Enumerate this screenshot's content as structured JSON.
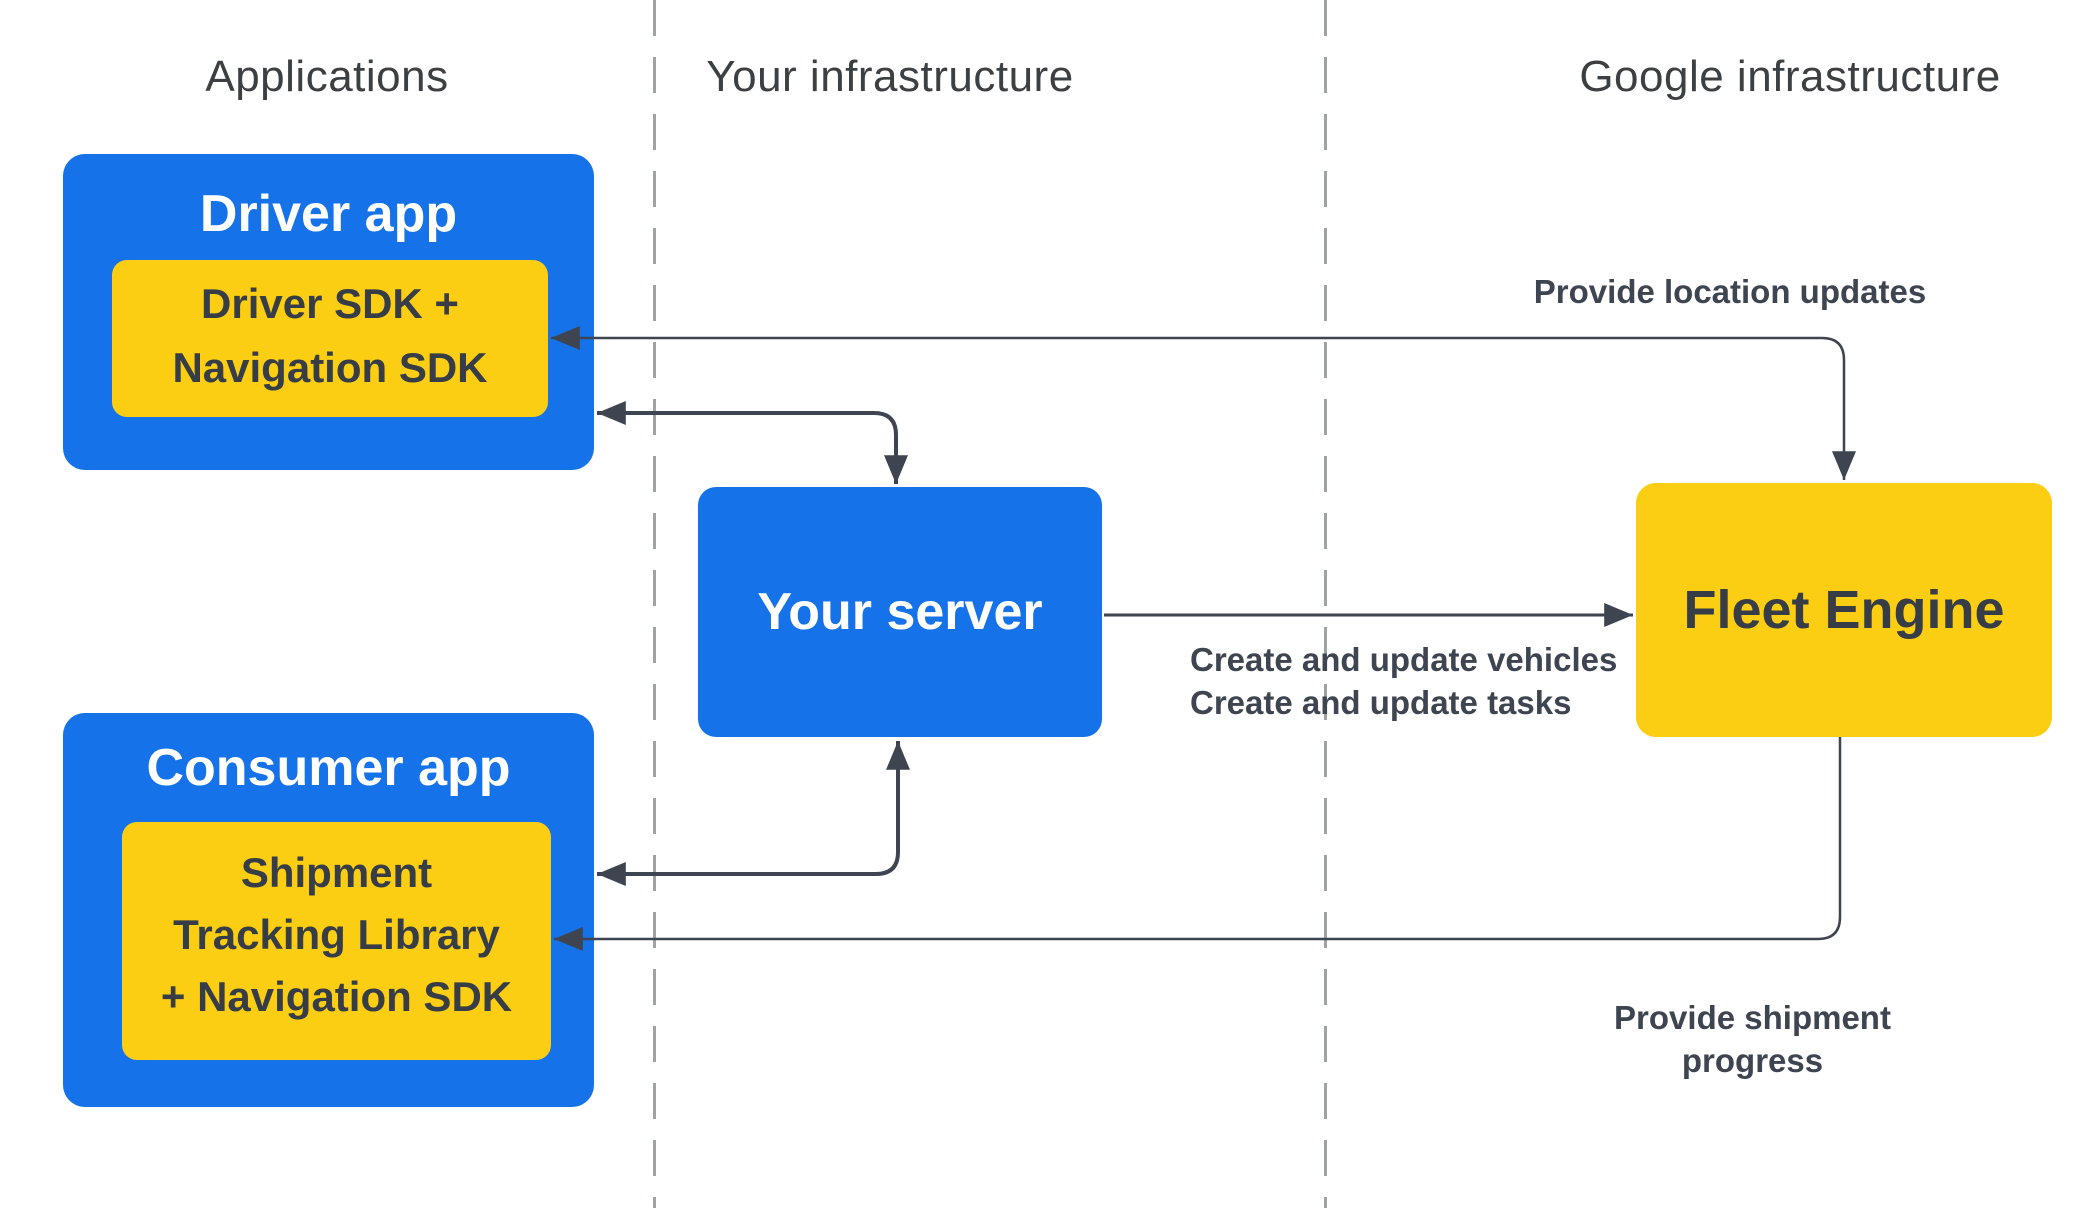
{
  "columns": [
    {
      "label": "Applications"
    },
    {
      "label": "Your infrastructure"
    },
    {
      "label": "Google infrastructure"
    }
  ],
  "nodes": {
    "driver_app": {
      "title": "Driver app",
      "sdk_lines": [
        "Driver SDK +",
        "Navigation SDK"
      ]
    },
    "your_server": {
      "title": "Your server"
    },
    "fleet_engine": {
      "title": "Fleet Engine"
    },
    "consumer_app": {
      "title": "Consumer app",
      "sdk_lines": [
        "Shipment",
        "Tracking Library",
        "+ Navigation SDK"
      ]
    }
  },
  "edges": {
    "location_updates": {
      "label": "Provide location updates"
    },
    "create_update": {
      "lines": [
        "Create and update vehicles",
        "Create and update tasks"
      ]
    },
    "shipment_progress": {
      "label": "Provide shipment progress"
    }
  },
  "colors": {
    "blue": "#1572E8",
    "yellow": "#FBCD13",
    "ink": "#3E4450",
    "heading": "#3C4043",
    "dash": "#9EA3A8",
    "sdk_ink": "#363D47"
  }
}
